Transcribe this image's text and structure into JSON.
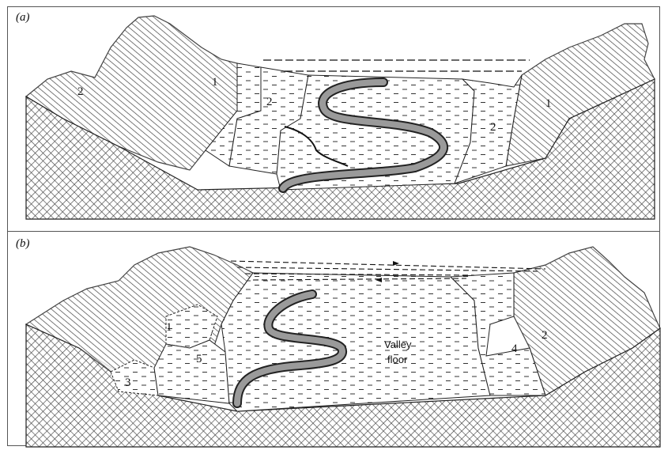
{
  "panel_a": {
    "label": "(a)",
    "terrace_numbers": [
      "1",
      "2",
      "2",
      "1"
    ]
  },
  "panel_b": {
    "label": "(b)",
    "terrace_numbers": [
      "1",
      "5",
      "3",
      "4",
      "2"
    ],
    "valley_floor_label_line1": "Valley",
    "valley_floor_label_line2": "floor"
  },
  "colors": {
    "ink": "#111111",
    "river": "#9a9a9a",
    "bedrock": "#555555"
  }
}
